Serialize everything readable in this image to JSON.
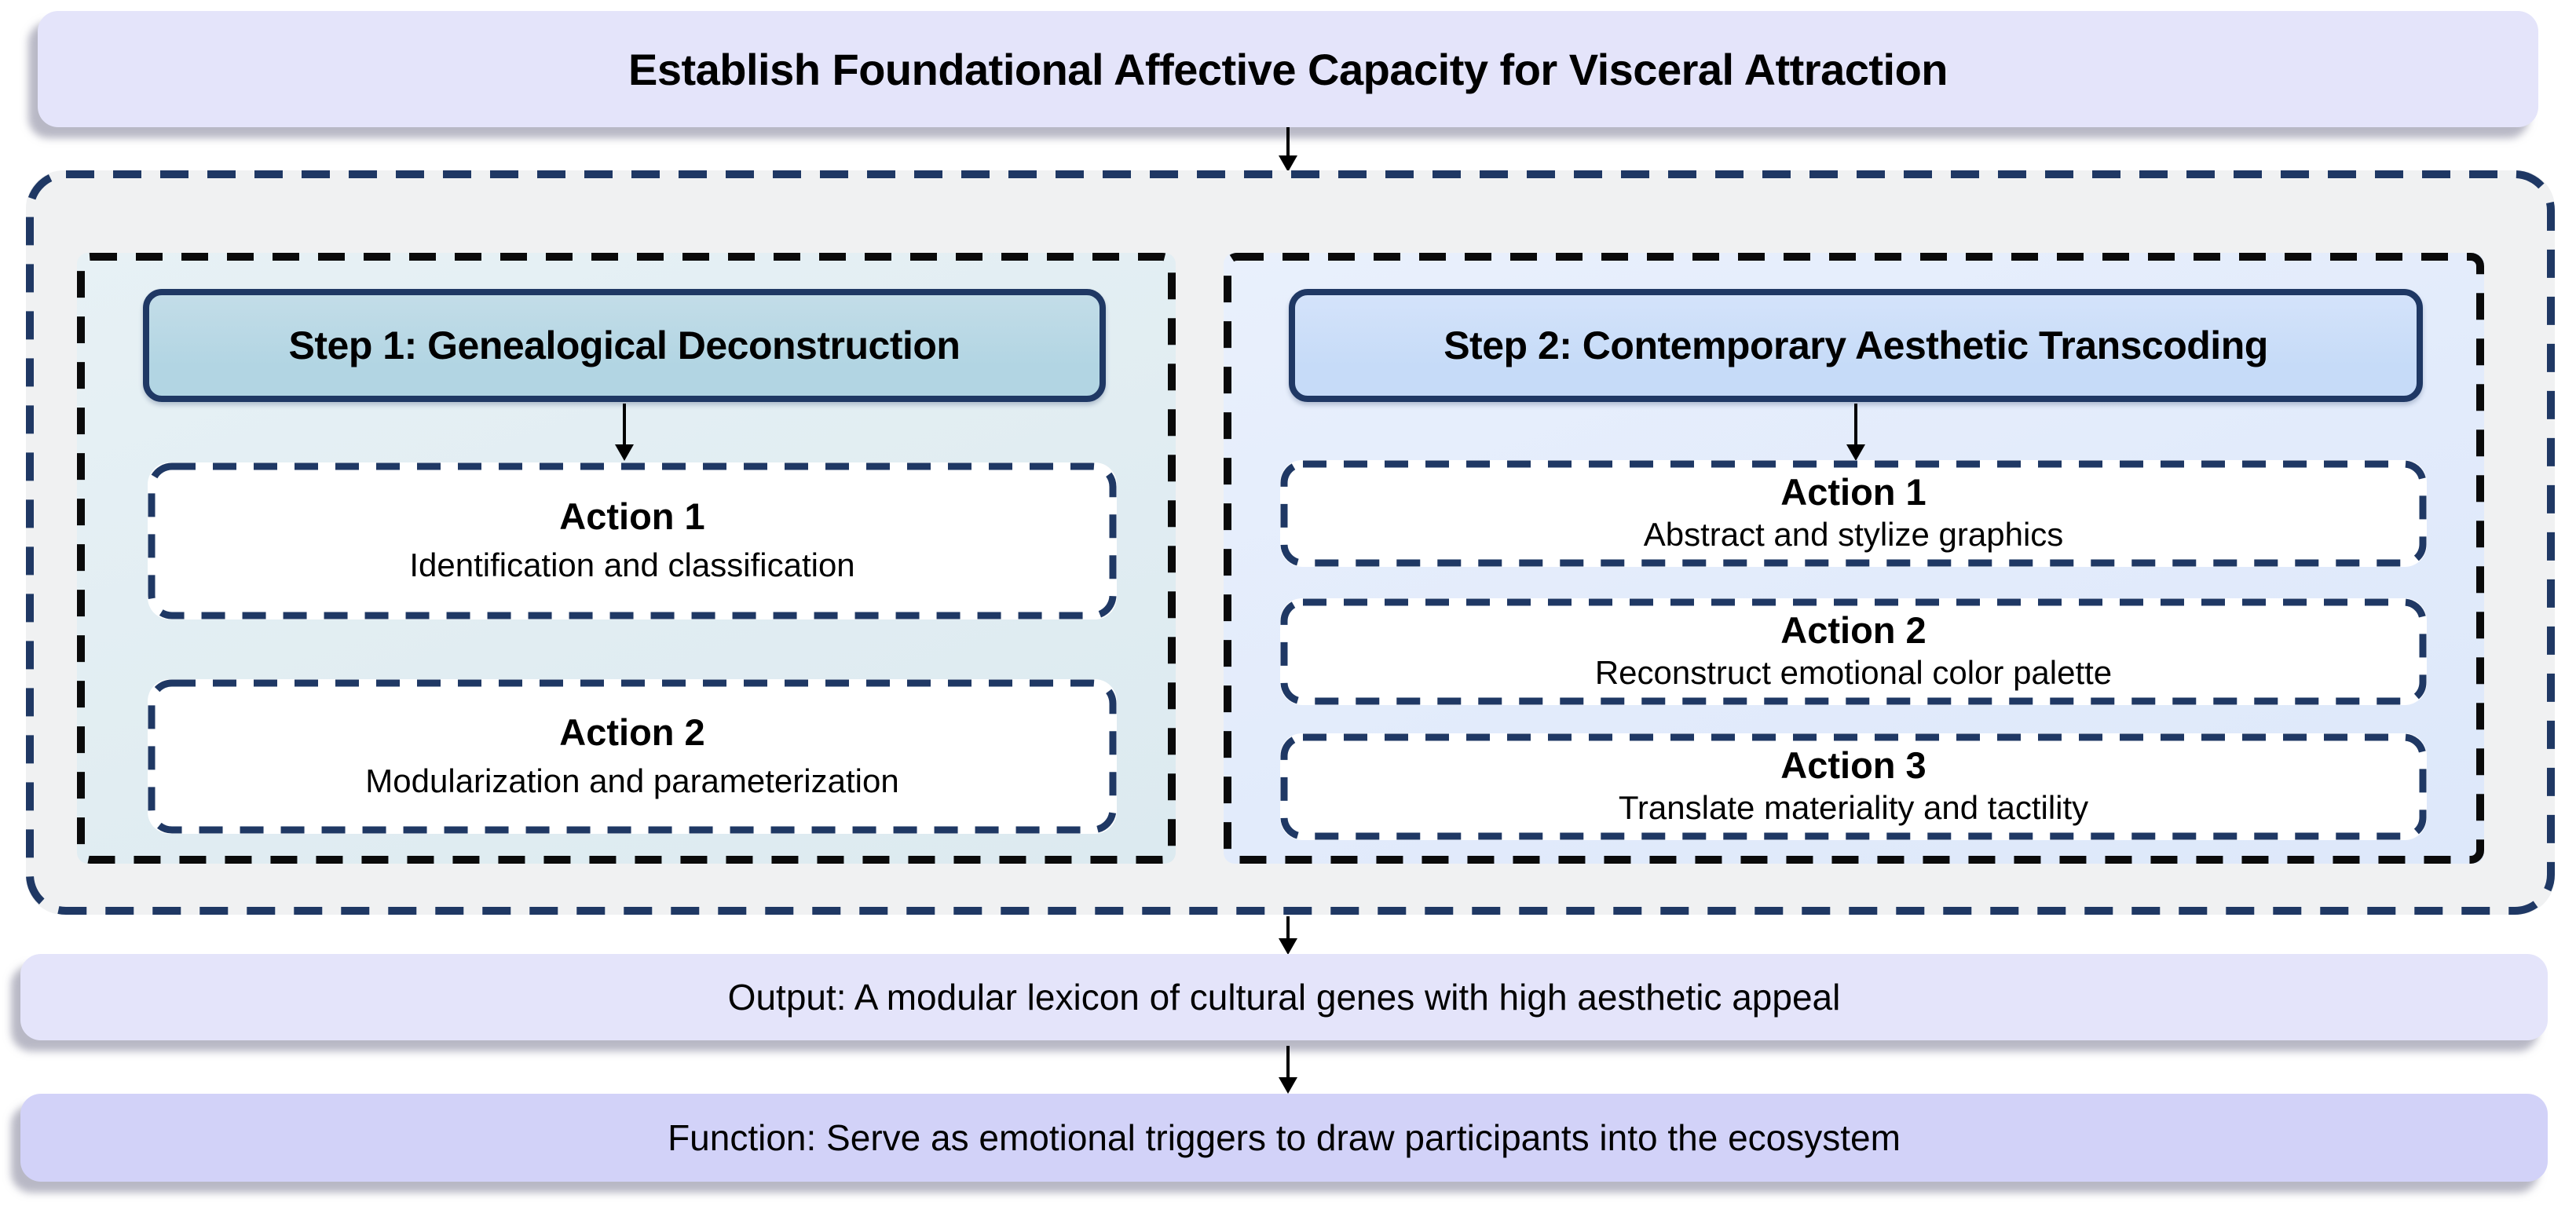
{
  "diagram": {
    "title_banner": "Establish Foundational Affective Capacity for Visceral Attraction",
    "steps": [
      {
        "header": "Step 1: Genealogical Deconstruction",
        "actions": [
          {
            "title": "Action 1",
            "subtitle": "Identification and classification"
          },
          {
            "title": "Action 2",
            "subtitle": "Modularization and parameterization"
          }
        ]
      },
      {
        "header": "Step 2: Contemporary Aesthetic Transcoding",
        "actions": [
          {
            "title": "Action 1",
            "subtitle": "Abstract and stylize graphics"
          },
          {
            "title": "Action 2",
            "subtitle": "Reconstruct emotional color palette"
          },
          {
            "title": "Action 3",
            "subtitle": "Translate materiality and tactility"
          }
        ]
      }
    ],
    "output_banner": "Output: A modular lexicon of cultural genes with high aesthetic appeal",
    "function_banner": "Function: Serve as emotional triggers to draw participants into the ecosystem"
  },
  "colors": {
    "banner-lavender": "#e4e4fa",
    "banner-lavender-deep": "#d2d2f8",
    "container-gray": "#f0f1f2",
    "panel-teal": "#e1edf2",
    "panel-blue": "#e2ebfb",
    "step1-fill": "#b2d5e3",
    "step2-fill": "#c6dbf8",
    "navy": "#1f3864",
    "dash-black": "#0a0a0a",
    "text": "#000000"
  }
}
